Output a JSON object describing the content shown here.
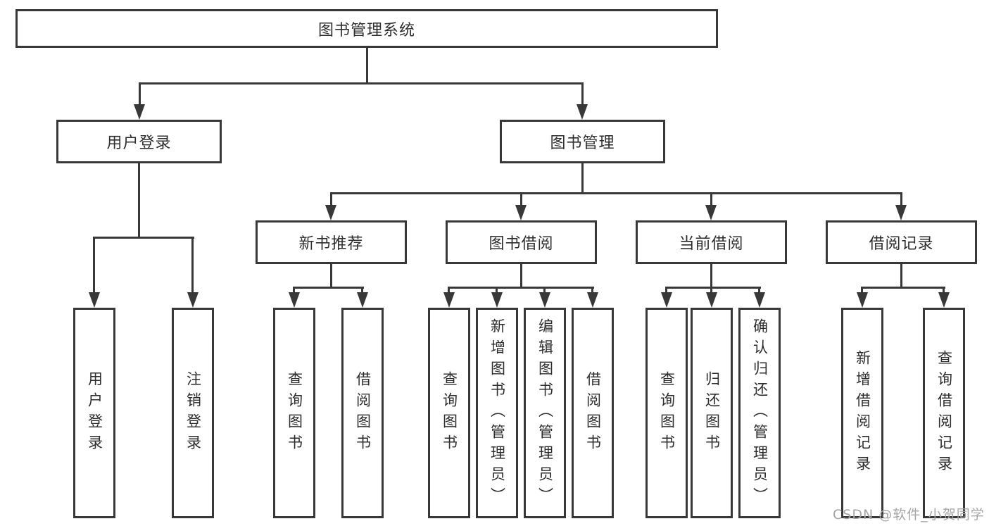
{
  "colors": {
    "line": "#383838",
    "text": "#2d2d2d",
    "watermark": "#a6a6a6",
    "bg": "#ffffff"
  },
  "tree": {
    "label": "图书管理系统",
    "children": [
      {
        "label": "用户登录",
        "children": [
          {
            "label": "用户登录"
          },
          {
            "label": "注销登录"
          }
        ]
      },
      {
        "label": "图书管理",
        "children": [
          {
            "label": "新书推荐",
            "children": [
              {
                "label": "查询图书"
              },
              {
                "label": "借阅图书"
              }
            ]
          },
          {
            "label": "图书借阅",
            "children": [
              {
                "label": "查询图书"
              },
              {
                "label": "新增图书（管理员）"
              },
              {
                "label": "编辑图书（管理员）"
              },
              {
                "label": "借阅图书"
              }
            ]
          },
          {
            "label": "当前借阅",
            "children": [
              {
                "label": "查询图书"
              },
              {
                "label": "归还图书"
              },
              {
                "label": "确认归还（管理员）"
              }
            ]
          },
          {
            "label": "借阅记录",
            "children": [
              {
                "label": "新增借阅记录"
              },
              {
                "label": "查询借阅记录"
              }
            ]
          }
        ]
      }
    ]
  },
  "watermark": {
    "text": "CSDN @软件_小贺同学"
  }
}
